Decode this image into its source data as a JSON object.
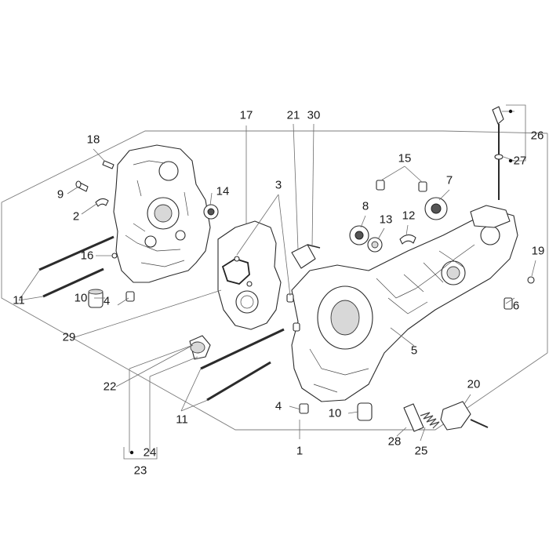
{
  "callouts": {
    "c1": "1",
    "c2": "2",
    "c3": "3",
    "c4a": "4",
    "c4b": "4",
    "c5": "5",
    "c6": "6",
    "c7": "7",
    "c8": "8",
    "c9": "9",
    "c10a": "10",
    "c10b": "10",
    "c11a": "11",
    "c11b": "11",
    "c12": "12",
    "c13": "13",
    "c14": "14",
    "c15": "15",
    "c16": "16",
    "c17": "17",
    "c18": "18",
    "c19": "19",
    "c20": "20",
    "c21": "21",
    "c22": "22",
    "c23": "23",
    "c24": "24",
    "c25": "25",
    "c26": "26",
    "c27": "27",
    "c28": "28",
    "c29": "29",
    "c30": "30"
  }
}
